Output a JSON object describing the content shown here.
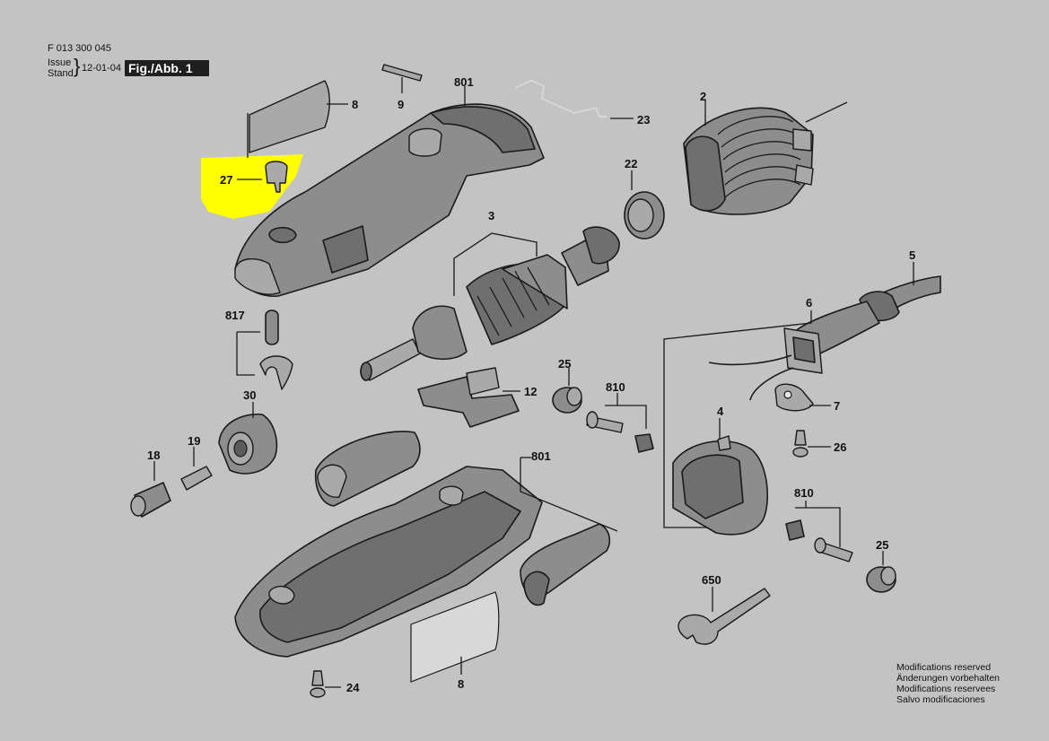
{
  "header": {
    "doc_number": "F 013 300 045",
    "issue_label": "Issue",
    "stand_label": "Stand",
    "issue_date": "12-01-04",
    "figure_label": "Fig./Abb. 1"
  },
  "notes": [
    "Modifications reserved",
    "Änderungen vorbehalten",
    "Modifications reservees",
    "Salvo modificaciones"
  ],
  "colors": {
    "background": "#c3c3c3",
    "highlight": "#ffff00",
    "part_fill": "#8d8d8d",
    "line": "#1a1a1a"
  },
  "callouts": {
    "c8_top": "8",
    "c9": "9",
    "c801_top": "801",
    "c23": "23",
    "c2": "2",
    "c27": "27",
    "c22": "22",
    "c3": "3",
    "c5": "5",
    "c817": "817",
    "c6": "6",
    "c25_a": "25",
    "c810_a": "810",
    "c12": "12",
    "c7": "7",
    "c30": "30",
    "c4": "4",
    "c26": "26",
    "c18": "18",
    "c19": "19",
    "c801_bottom": "801",
    "c810_b": "810",
    "c25_b": "25",
    "c650": "650",
    "c24": "24",
    "c8_bottom": "8"
  }
}
